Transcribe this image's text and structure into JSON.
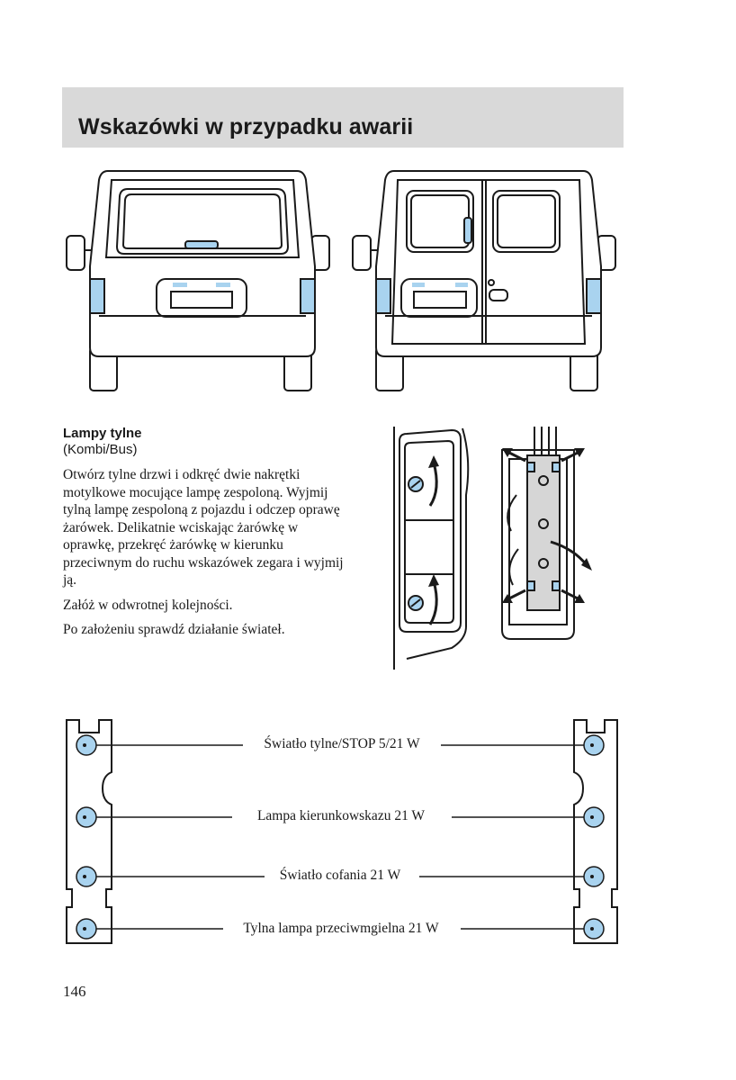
{
  "header": {
    "title": "Wskazówki w przypadku awarii"
  },
  "section": {
    "heading": "Lampy tylne",
    "subheading": "(Kombi/Bus)"
  },
  "body": {
    "paragraphs": [
      "Otwórz tylne drzwi i odkręć dwie nakrętki motylkowe mocujące lampę zespoloną. Wyjmij tylną lampę zespoloną z pojazdu i odczep oprawę żarówek. Delikatnie wciskając żarówkę w oprawkę, przekręć żarówkę w kierunku przeciwnym do ruchu wskazówek zegara i wyjmij ją.",
      "Załóż w odwrotnej kolejności.",
      "Po założeniu sprawdź działanie świateł."
    ]
  },
  "bulbs": [
    {
      "label": "Światło tylne/STOP 5/21 W"
    },
    {
      "label": "Lampa kierunkowskazu 21 W"
    },
    {
      "label": "Światło cofania 21 W"
    },
    {
      "label": "Tylna lampa przeciwmgielna 21 W"
    }
  ],
  "page_number": "146",
  "colors": {
    "header_band": "#d9d9d9",
    "lamp_blue": "#a9d3ef",
    "line": "#1a1a1a"
  }
}
